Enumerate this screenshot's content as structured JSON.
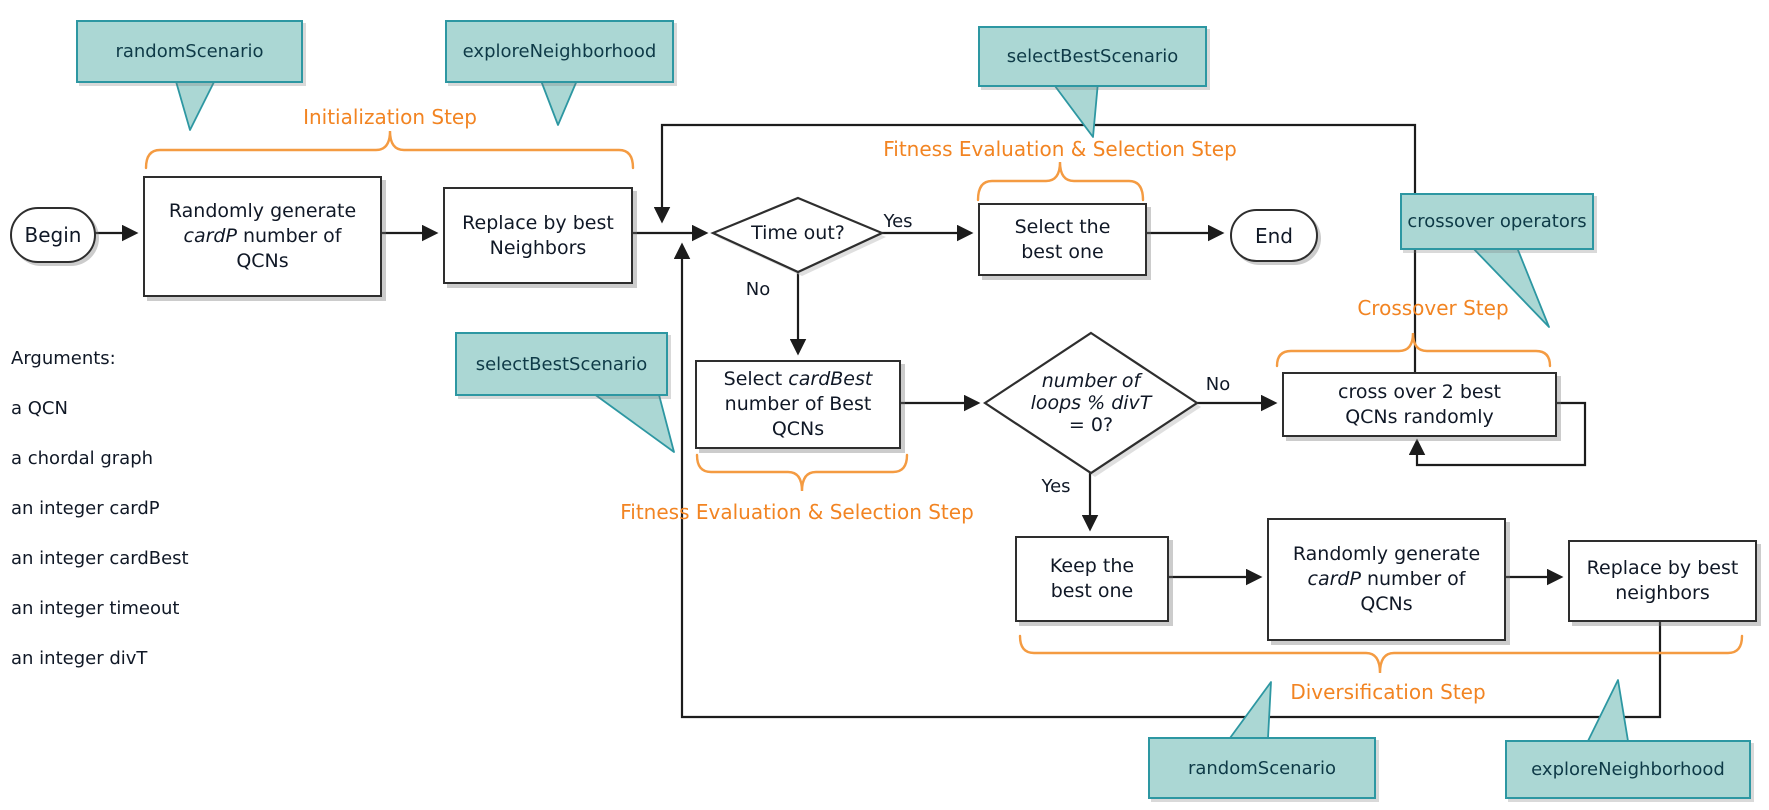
{
  "colors": {
    "accent_orange": "#f28422",
    "callout_fill": "#abd7d4",
    "callout_border": "#2d97a2",
    "shape_border": "#2e2e2e",
    "text": "#101826"
  },
  "labels": {
    "initialization": "Initialization Step",
    "fitness_top": "Fitness Evaluation & Selection Step",
    "fitness_mid": "Fitness Evaluation & Selection Step",
    "crossover": "Crossover Step",
    "diversification": "Diversification Step"
  },
  "callouts": {
    "random_scenario_top": "randomScenario",
    "explore_neighborhood_top": "exploreNeighborhood",
    "select_best_scenario_top": "selectBestScenario",
    "crossover_operators": "crossover operators",
    "select_best_scenario_mid": "selectBestScenario",
    "random_scenario_bottom": "randomScenario",
    "explore_neighborhood_bottom": "exploreNeighborhood"
  },
  "nodes": {
    "begin": "Begin",
    "end": "End",
    "generate_initial": "Randomly generate\n*cardP* number of\nQCNs",
    "replace_best_neighbors_top": "Replace by best\nNeighbors",
    "timeout_question": "Time out?",
    "select_best_one": "Select the\nbest one",
    "select_cardbest": "Select *cardBest*\nnumber of Best\nQCNs",
    "loops_question": "*number of*\n*loops % divT*\n= 0?",
    "crossover_box": "cross over 2 best\nQCNs randomly",
    "keep_best": "Keep the\nbest one",
    "generate_diversify": "Randomly generate\n*cardP* number of\nQCNs",
    "replace_best_neighbors_bottom": "Replace by best\nneighbors"
  },
  "edge_labels": {
    "timeout_yes": "Yes",
    "timeout_no": "No",
    "loops_no": "No",
    "loops_yes": "Yes"
  },
  "arguments": {
    "heading": "Arguments:",
    "items": [
      "a QCN",
      "a chordal graph",
      "an integer cardP",
      "an integer cardBest",
      "an integer timeout",
      "an integer divT"
    ]
  }
}
